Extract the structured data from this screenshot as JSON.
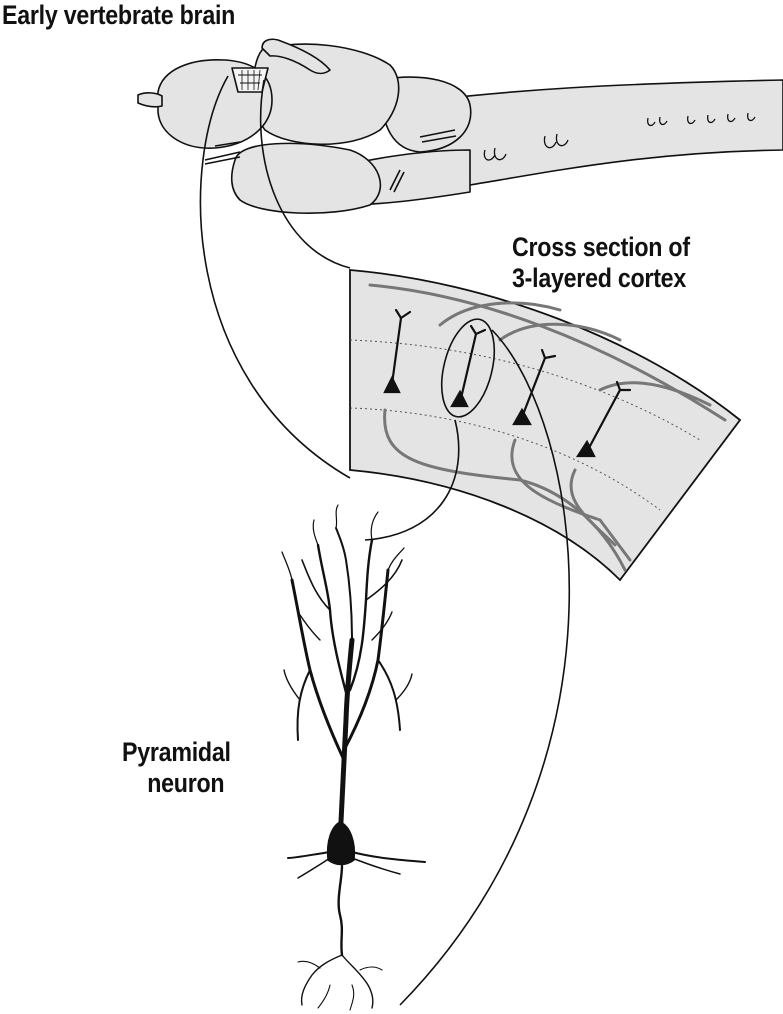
{
  "labels": {
    "brain": "Early vertebrate brain",
    "cortex_line1": "Cross section of",
    "cortex_line2": "3-layered cortex",
    "neuron_line1": "Pyramidal",
    "neuron_line2": "neuron"
  },
  "colors": {
    "tissue_fill": "#e4e4e4",
    "outline": "#111111",
    "gray_axon": "#7a7a7a",
    "background": "#ffffff"
  }
}
